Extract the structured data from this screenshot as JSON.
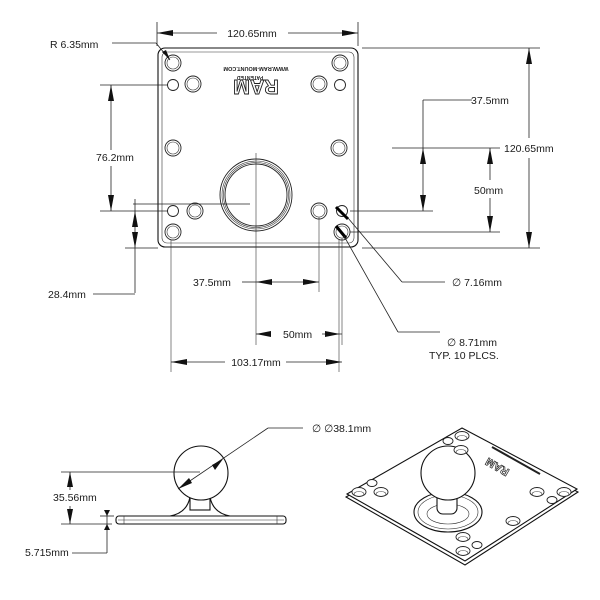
{
  "drawing": {
    "title": "RAM Mount square base plate with ball — dimensional drawing",
    "top_view": {
      "plate_width": "120.65mm",
      "plate_height": "120.65mm",
      "corner_radius": "R  6.35mm",
      "hole_spacing_vertical": "76.2mm",
      "hole_offset_bottom": "28.4mm",
      "center_offset_horizontal": "37.5mm",
      "vesa_spacing_horizontal": "50mm",
      "outer_hole_spacing": "103.17mm",
      "center_offset_vertical": "37.5mm",
      "vesa_spacing_vertical": "50mm",
      "small_hole_diameter": "∅ 7.16mm",
      "large_hole_diameter": "∅ 8.71mm",
      "large_hole_note": "TYP. 10 PLCS.",
      "logo_text": "RAM",
      "patented_text": "PATENTED",
      "website_text": "WWW.RAM-MOUNT.COM"
    },
    "side_view": {
      "ball_diameter": "∅ ∅38.1mm",
      "ball_height": "35.56mm",
      "plate_thickness": "5.715mm"
    },
    "isometric_view": {
      "logo_text": "RAM"
    }
  }
}
